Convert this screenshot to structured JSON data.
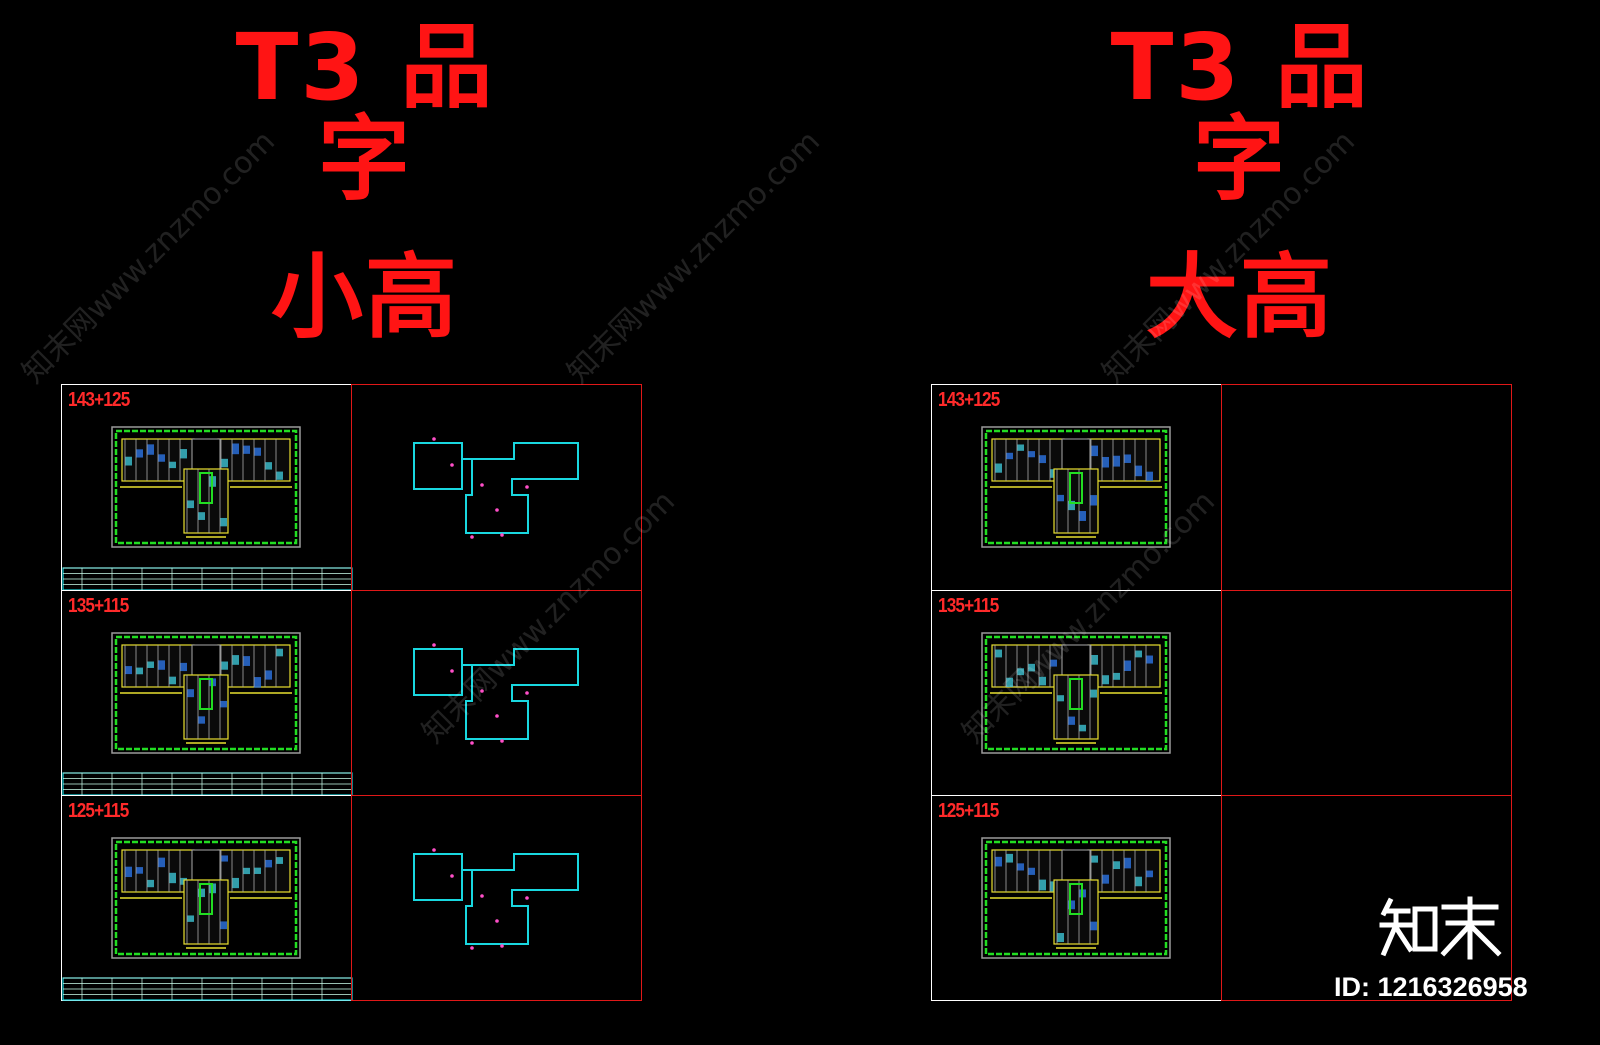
{
  "left_panel": {
    "title_line1": "T3 品字",
    "title_line2": "小高"
  },
  "right_panel": {
    "title_line1": "T3 品字",
    "title_line2": "大高"
  },
  "rows": [
    {
      "label": "143+125"
    },
    {
      "label": "135+115"
    },
    {
      "label": "125+115"
    }
  ],
  "watermark": {
    "text": "知末网www.znzmo.com",
    "logo": "知末",
    "id_text": "ID: 1216326958"
  },
  "colors": {
    "title_red": "#ff1414",
    "frame_red": "#e01818",
    "frame_white": "#ffffff",
    "outline_cyan": "#19d8e0",
    "wall_green": "#22dd22",
    "fixture_yellow": "#e8e030"
  },
  "icons": [
    "floor-plan-icon",
    "building-outline-icon",
    "title-block-icon",
    "znzmo-logo-icon"
  ]
}
